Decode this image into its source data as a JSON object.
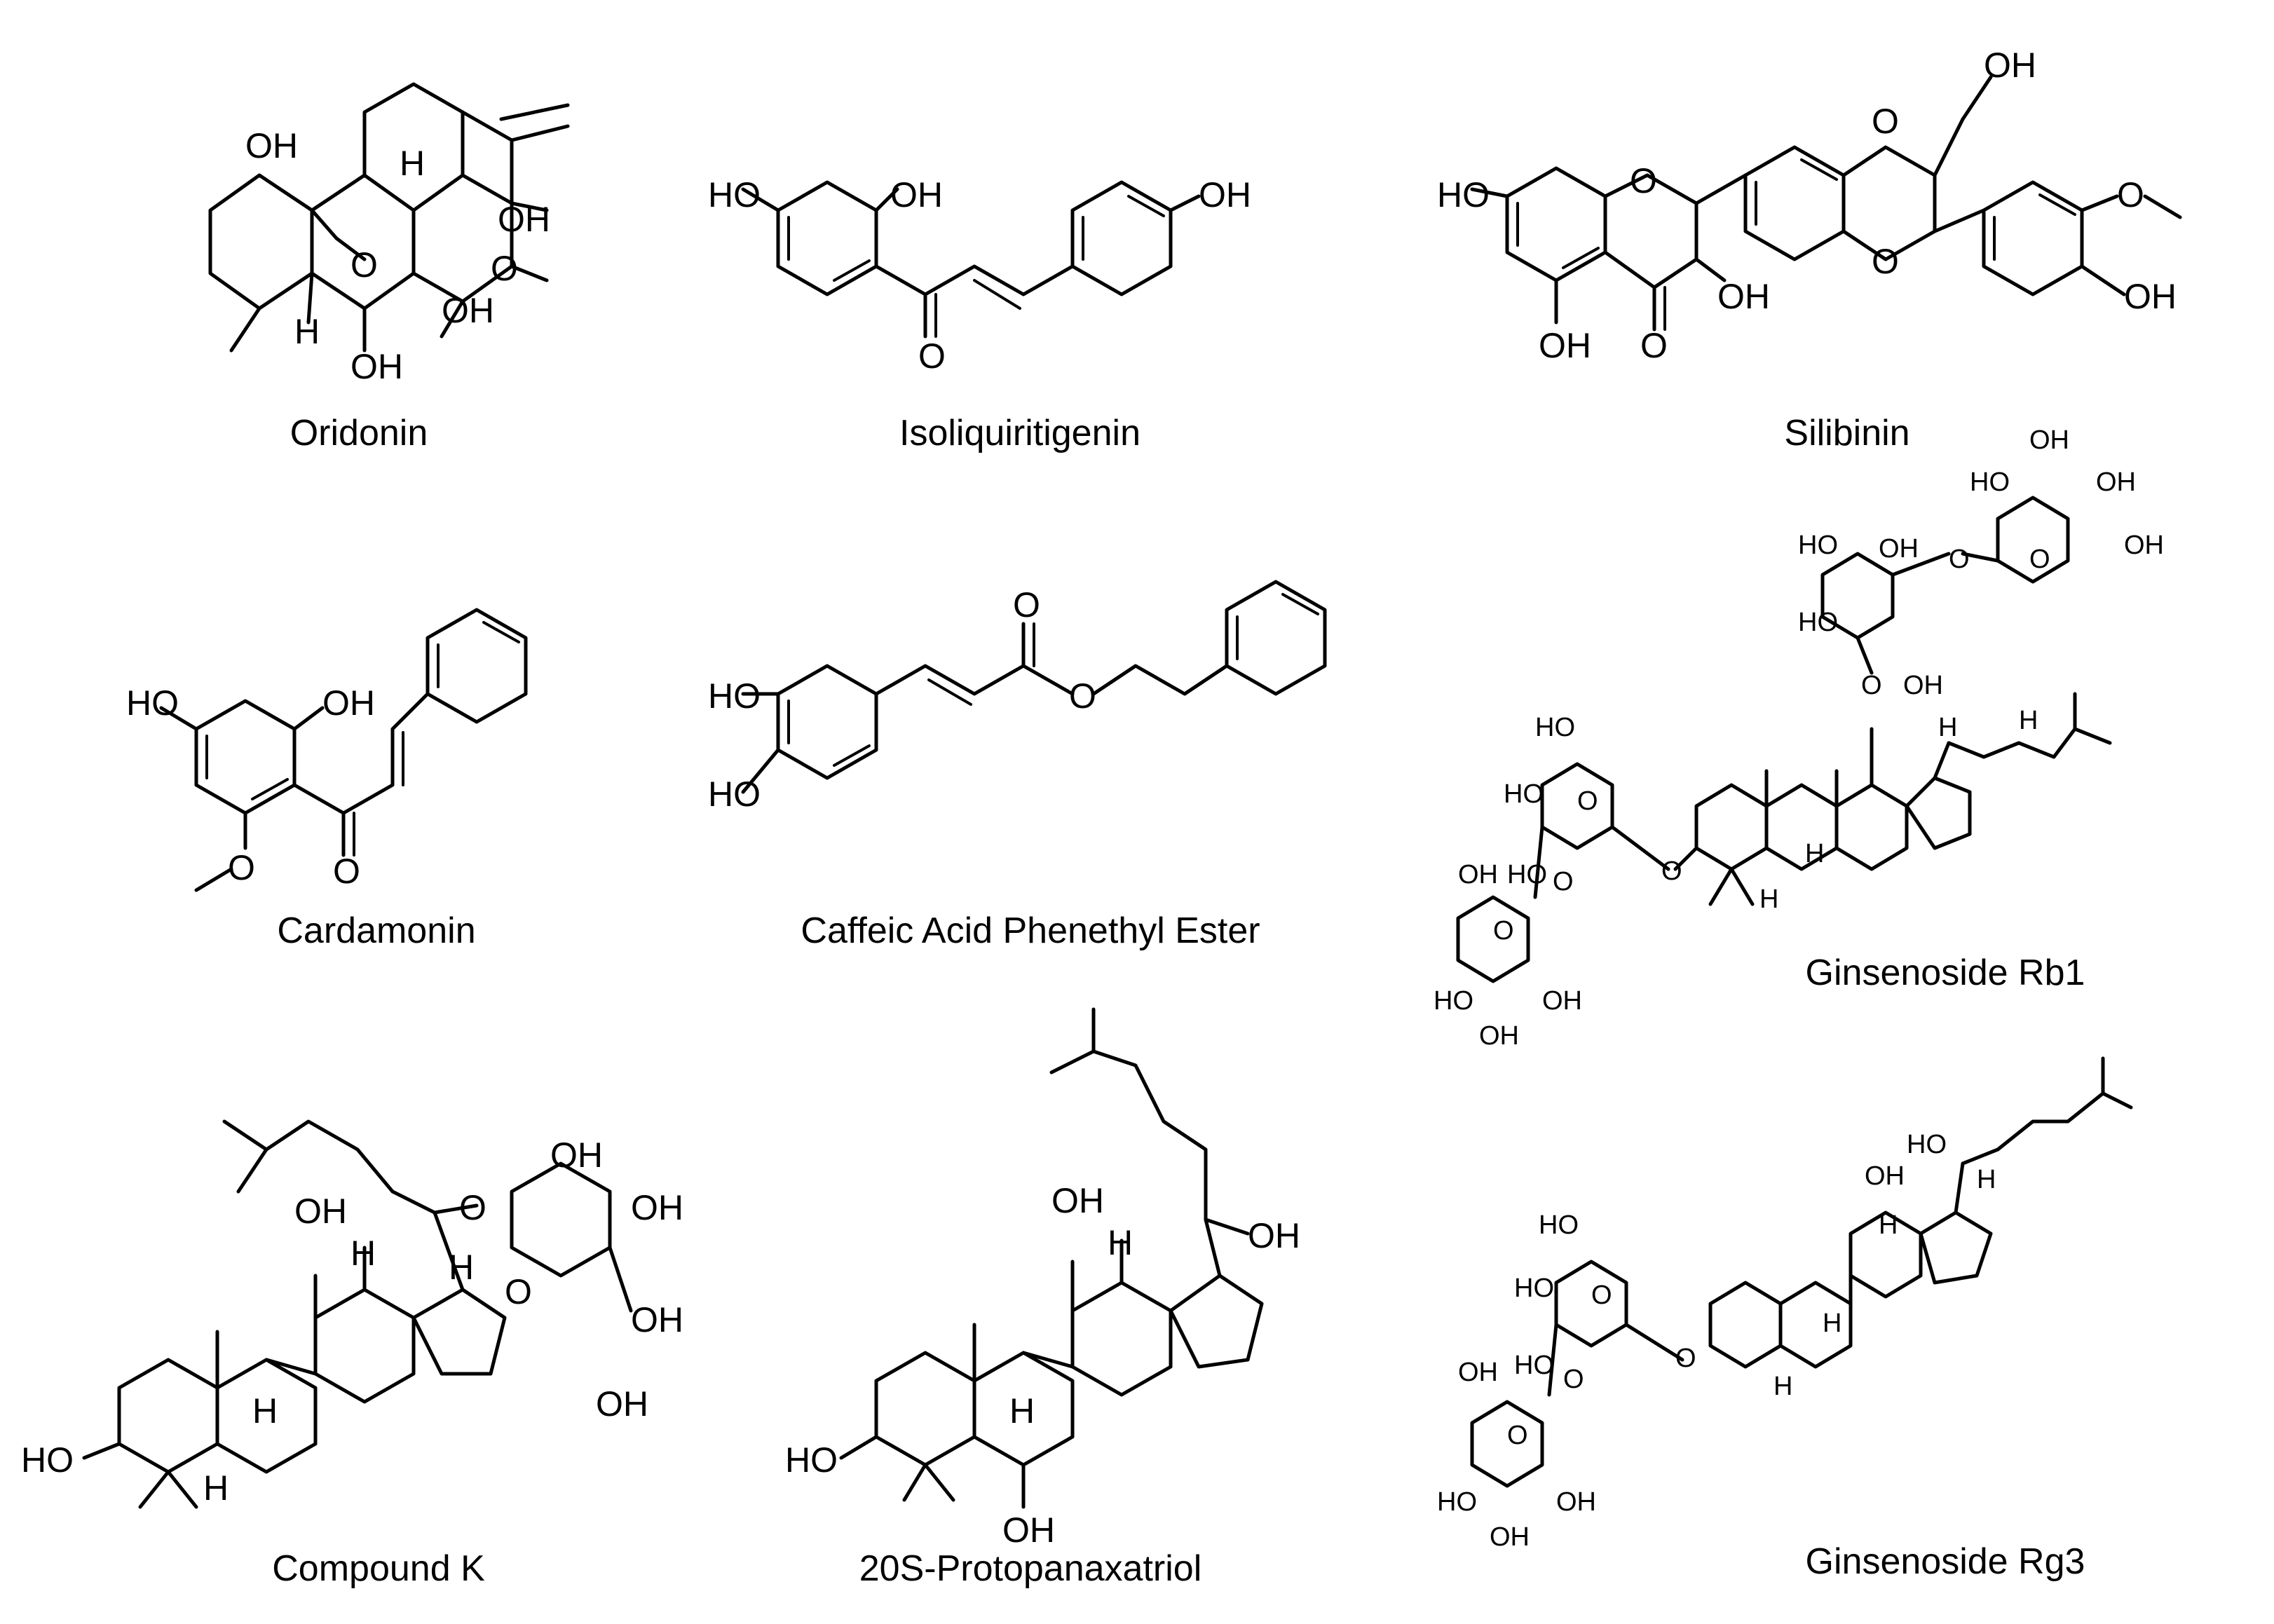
{
  "compounds": [
    {
      "name": "Oridonin"
    },
    {
      "name": "Isoliquiritigenin"
    },
    {
      "name": "Silibinin"
    },
    {
      "name": "Cardamonin"
    },
    {
      "name": "Caffeic Acid Phenethyl Ester"
    },
    {
      "name": "Ginsenoside Rb1"
    },
    {
      "name": "Compound K"
    },
    {
      "name": "20S-Protopanaxatriol"
    },
    {
      "name": "Ginsenoside Rg3"
    }
  ],
  "atoms": {
    "OH": "OH",
    "HO": "HO",
    "O": "O",
    "H": "H"
  }
}
